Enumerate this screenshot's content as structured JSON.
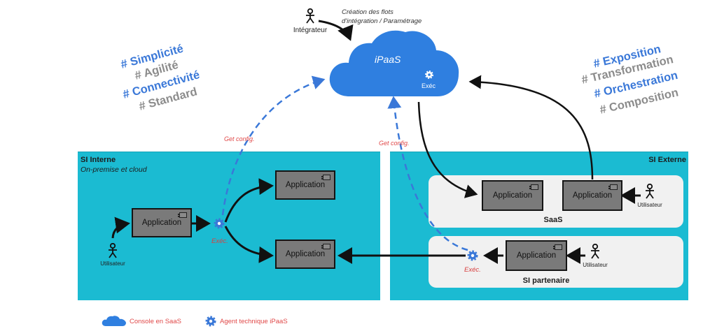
{
  "integrator": {
    "label": "Intégrateur",
    "note_line1": "Création des flots",
    "note_line2": "d'intégration / Paramétrage"
  },
  "cloud": {
    "title": "iPaaS",
    "exec_label": "Exéc"
  },
  "tags_left": [
    "# Simplicité",
    "# Agilité",
    "# Connectivité",
    "# Standard"
  ],
  "tags_right": [
    "# Exposition",
    "# Transformation",
    "# Orchestration",
    "# Composition"
  ],
  "colors": {
    "blue_tag": "#3a78d8",
    "grey_tag": "#8c8c8c",
    "zone": "#1bbbd2",
    "cloud": "#2f7fe0",
    "red_text": "#e04848"
  },
  "get_config": {
    "left": "Get config.",
    "right": "Get config."
  },
  "si_interne": {
    "title": "SI Interne",
    "subtitle": "On-premise et cloud",
    "app_main": "Application",
    "app_top": "Application",
    "app_bottom": "Application",
    "exec_label": "Exéc.",
    "user_label": "Utilisateur"
  },
  "si_externe": {
    "title": "SI Externe",
    "saas": {
      "label": "SaaS",
      "app_left": "Application",
      "app_right": "Application",
      "user_label": "Utilisateur"
    },
    "partner": {
      "label": "SI partenaire",
      "app": "Application",
      "exec_label": "Exéc.",
      "user_label": "Utilisateur"
    }
  },
  "legend": {
    "cloud_label": "Console en SaaS",
    "agent_label": "Agent technique iPaaS"
  }
}
